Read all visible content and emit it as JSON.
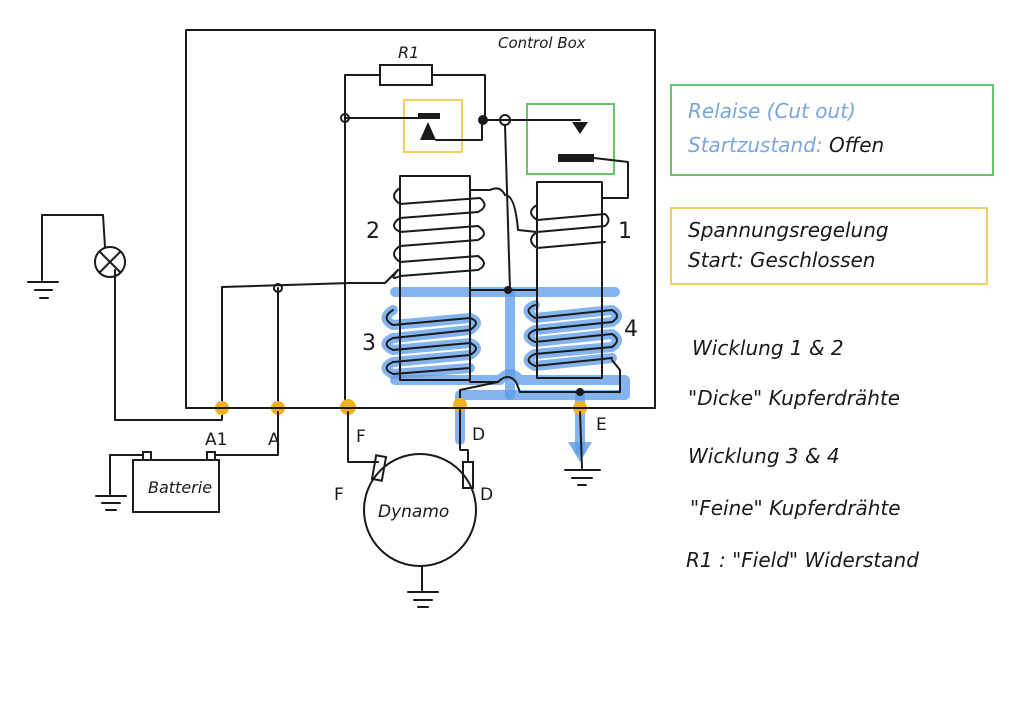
{
  "diagram": {
    "control_box_label": "Control Box",
    "resistor_label": "R1",
    "coil_labels": [
      "1",
      "2",
      "3",
      "4"
    ],
    "terminals": [
      {
        "id": "A1",
        "label": "A1"
      },
      {
        "id": "A",
        "label": "A"
      },
      {
        "id": "F",
        "label": "F"
      },
      {
        "id": "D",
        "label": "D"
      },
      {
        "id": "E",
        "label": "E"
      }
    ],
    "dynamo": {
      "label": "Dynamo",
      "terminal_f": "F",
      "terminal_d": "D"
    },
    "battery_label": "Batterie",
    "lamp": "lamp-symbol",
    "ground": "ground-symbol"
  },
  "legend": {
    "relay_box": {
      "title": "Relaise (Cut out)",
      "state_label": "Startzustand:",
      "state_value": "Offen",
      "color": "#66c466"
    },
    "regulator_box": {
      "title": "Spannungsregelung",
      "state_label": "Start:",
      "state_value": "Geschlossen",
      "color": "#f0d060"
    }
  },
  "notes": [
    {
      "line1": "Wicklung 1 & 2",
      "line2": "\"Dicke\" Kupferdrähte"
    },
    {
      "line1": "Wicklung 3 & 4",
      "line2": "\"Feine\" Kupferdrähte"
    },
    {
      "line1": "R1 :  \"Field\" Widerstand"
    }
  ],
  "colors": {
    "highlight_blue": "#5b9bea",
    "terminal_yellow": "#f2b21e",
    "relay_green": "#66c466",
    "regulator_yellow": "#f0d060",
    "relay_text_blue": "#7aa6dd"
  }
}
